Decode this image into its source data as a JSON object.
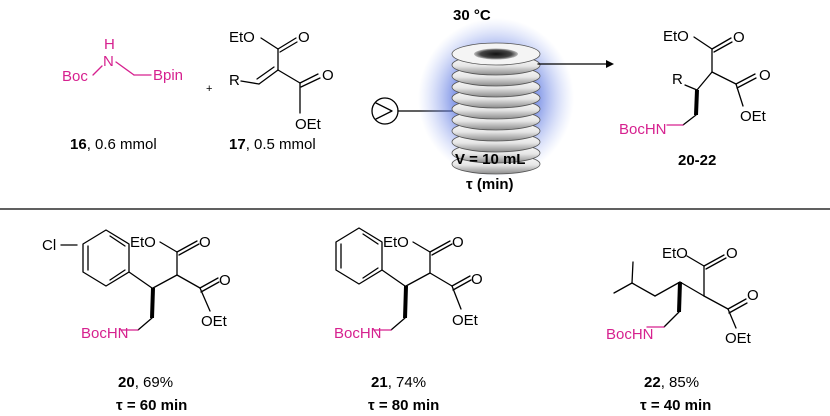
{
  "reactor": {
    "temperature": "30 °C",
    "volume": "V = 10 mL",
    "residence": "τ (min)"
  },
  "reagents": {
    "boc": "Boc",
    "n": "N",
    "h": "H",
    "bpin": "Bpin",
    "plus": "+",
    "r": "R",
    "eto": "EtO",
    "o": "O",
    "oet": "OEt",
    "reagent1_num": "16",
    "reagent1_amount": ", 0.6 mmol",
    "reagent2_num": "17",
    "reagent2_amount": ", 0.5 mmol"
  },
  "product": {
    "r": "R",
    "eto": "EtO",
    "o": "O",
    "oet": "OEt",
    "bochn": "BocHN",
    "label": "20-22"
  },
  "examples": [
    {
      "substituent": "Cl",
      "num": "20",
      "yield": ", 69%",
      "tau": "τ = 60 min"
    },
    {
      "num": "21",
      "yield": ", 74%",
      "tau": "τ = 80 min"
    },
    {
      "num": "22",
      "yield": ", 85%",
      "tau": "τ = 40 min"
    }
  ],
  "common": {
    "eto": "EtO",
    "o": "O",
    "oet": "OEt",
    "bochn": "BocHN"
  }
}
